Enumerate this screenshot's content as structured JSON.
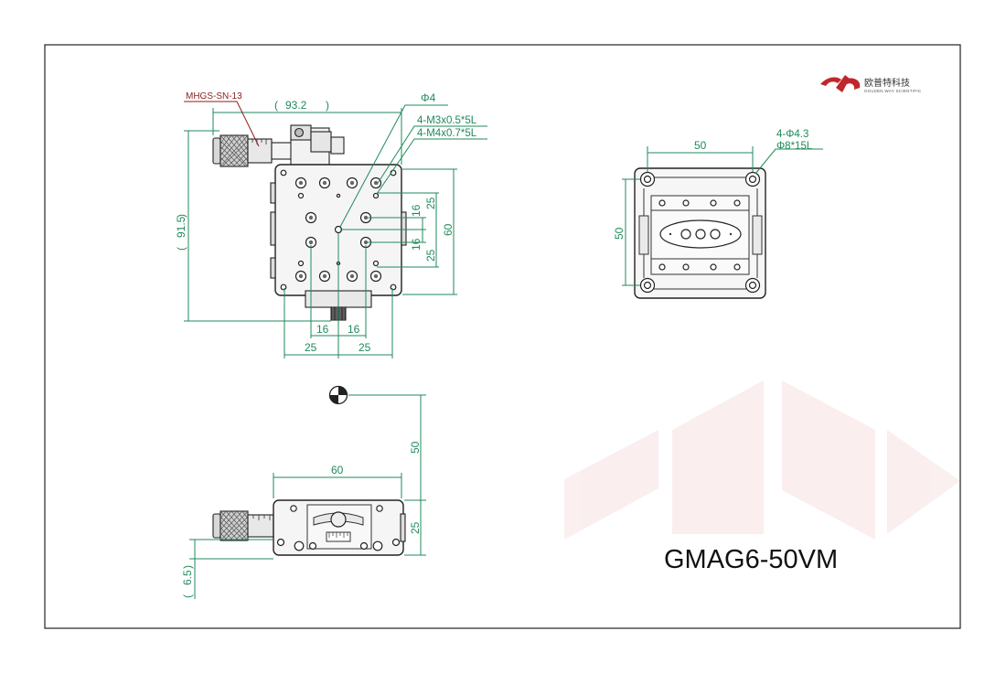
{
  "model": "GMAG6-50VM",
  "brand": {
    "name_cn": "欧普特科技",
    "name_en": "GOLDEN WAY SCIENTIFIC",
    "color": "#c0272d"
  },
  "colors": {
    "dimension": "#1f8a5b",
    "callout_red": "#8a1d1d",
    "frame": "#222222"
  },
  "top_view": {
    "micrometer_label": "MHGS-SN-13",
    "dim_width": "93.2",
    "dim_height": "91.5",
    "hole_center": "Φ4",
    "thread_m3": "4-M3x0.5*5L",
    "thread_m4": "4-M4x0.7*5L",
    "dim_v_25_top": "25",
    "dim_v_16_top": "16",
    "dim_v_60": "60",
    "dim_v_16_bot": "16",
    "dim_v_25_bot": "25",
    "dim_h_16_left": "16",
    "dim_h_16_right": "16",
    "dim_h_25_left": "25",
    "dim_h_25_right": "25"
  },
  "bottom_view": {
    "mount_holes": "4-Φ4.3",
    "counterbore": "Φ8*15L",
    "dim_width": "50",
    "dim_height": "50"
  },
  "side_view": {
    "dim_width": "60",
    "dim_height_25": "25",
    "dim_travel_50": "50",
    "dim_offset": "6.5"
  }
}
